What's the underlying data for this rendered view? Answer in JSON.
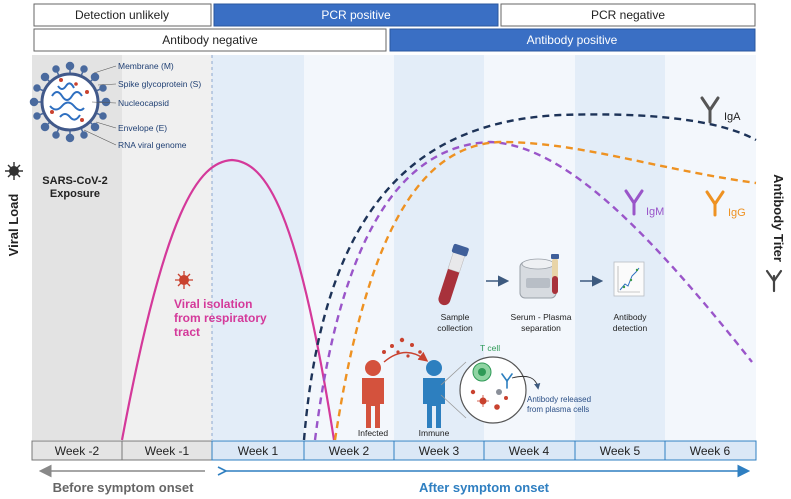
{
  "top_bars": {
    "detection_unlikely": "Detection unlikely",
    "pcr_positive": "PCR positive",
    "pcr_negative": "PCR negative",
    "antibody_negative": "Antibody negative",
    "antibody_positive": "Antibody positive"
  },
  "virus": {
    "membrane": "Membrane  (M)",
    "spike": "Spike glycoprotein (S)",
    "nucleocapsid": "Nucleocapsid",
    "envelope": "Envelope  (E)",
    "rna": "RNA viral genome"
  },
  "exposure": {
    "line1": "SARS-CoV-2",
    "line2": "Exposure"
  },
  "axes": {
    "left": "Viral Load",
    "right": "Antibody Titer"
  },
  "viral_isolation": {
    "line1": "Viral isolation",
    "line2": "from respiratory",
    "line3": "tract"
  },
  "curves": {
    "iga": "IgA",
    "igm": "IgM",
    "igg": "IgG"
  },
  "workflow": {
    "sample_line1": "Sample",
    "sample_line2": "collection",
    "serum_line1": "Serum - Plasma",
    "serum_line2": "separation",
    "antibody_line1": "Antibody",
    "antibody_line2": "detection"
  },
  "immune": {
    "infected": "Infected",
    "immune": "Immune",
    "tcell": "T cell",
    "released_line1": "Antibody released",
    "released_line2": "from plasma cells"
  },
  "weeks": [
    "Week -2",
    "Week -1",
    "Week 1",
    "Week 2",
    "Week 3",
    "Week 4",
    "Week 5",
    "Week 6"
  ],
  "bottom": {
    "before": "Before symptom onset",
    "after": "After symptom onset"
  },
  "colors": {
    "blue_bar": "#3a6fc4",
    "viral_curve": "#d4399a",
    "iga": "#1d3358",
    "igm": "#9a55c9",
    "igg": "#ee9222",
    "arrow_blue": "#2f7fc1"
  }
}
